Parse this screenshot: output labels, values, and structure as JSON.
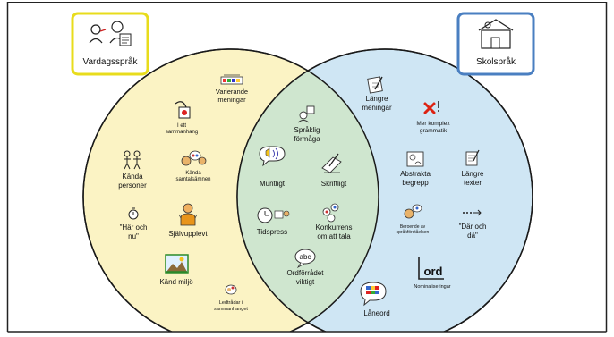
{
  "colors": {
    "left_circle": "#fbf3c4",
    "right_circle": "#cfe6f4",
    "overlap": "#cfe6cf",
    "left_box_border": "#e8dc1c",
    "right_box_border": "#4a7fc1"
  },
  "left_box": {
    "label": "Vardagsspråk",
    "icon": "people-talking-icon"
  },
  "right_box": {
    "label": "Skolspråk",
    "icon": "school-building-icon"
  },
  "left_items": {
    "varierande": {
      "lines": [
        "Varierande",
        "meningar"
      ],
      "icon": "sentence-blocks-icon"
    },
    "i_ett": {
      "lines": [
        "I ett",
        "sammanhang"
      ],
      "icon": "context-icon"
    },
    "kanda_personer": {
      "lines": [
        "Kända",
        "personer"
      ],
      "icon": "two-people-icon"
    },
    "kanda_samtal": {
      "lines": [
        "Kända",
        "samtalsämnen"
      ],
      "icon": "conversation-topics-icon"
    },
    "har_och_nu": {
      "lines": [
        "\"Här och",
        "nu\""
      ],
      "icon": "timer-icon"
    },
    "sjalvupplevt": {
      "lines": [
        "Självupplevt"
      ],
      "icon": "person-self-icon"
    },
    "kand_miljo": {
      "lines": [
        "Känd miljö"
      ],
      "icon": "landscape-icon"
    },
    "ledtradar": {
      "lines": [
        "Ledtrådar i",
        "sammanhanget"
      ],
      "icon": "clue-icon"
    }
  },
  "middle_items": {
    "spraklig": {
      "lines": [
        "Språklig",
        "förmåga"
      ],
      "icon": "language-ability-icon"
    },
    "muntligt": {
      "lines": [
        "Muntligt"
      ],
      "icon": "speech-bubble-icon"
    },
    "skriftligt": {
      "lines": [
        "Skriftligt"
      ],
      "icon": "writing-hand-icon"
    },
    "tidspress": {
      "lines": [
        "Tidspress"
      ],
      "icon": "clock-icon"
    },
    "konkurrens": {
      "lines": [
        "Konkurrens",
        "om att tala"
      ],
      "icon": "competing-talk-icon"
    },
    "ordforradet": {
      "lines": [
        "Ordförrådet",
        "viktigt"
      ],
      "icon": "abc-bubble-icon"
    }
  },
  "right_items": {
    "langre_meningar": {
      "lines": [
        "Längre",
        "meningar"
      ],
      "icon": "pencil-paper-icon"
    },
    "mer_komplex": {
      "lines": [
        "Mer komplex",
        "grammatik"
      ],
      "icon": "cross-exclamation-icon"
    },
    "abstrakta": {
      "lines": [
        "Abstrakta",
        "begrepp"
      ],
      "icon": "abstract-concept-icon"
    },
    "langre_texter": {
      "lines": [
        "Längre",
        "texter"
      ],
      "icon": "document-icon"
    },
    "beroende": {
      "lines": [
        "Beroende av",
        "språkförståelsen"
      ],
      "icon": "understanding-icon"
    },
    "dar_och_da": {
      "lines": [
        "\"Där och",
        "då\""
      ],
      "icon": "arrow-dots-icon"
    },
    "nominal": {
      "lines": [
        "Nominaliseringar"
      ],
      "icon": "ord-word-icon"
    },
    "laneord": {
      "lines": [
        "Låneord"
      ],
      "icon": "flags-bubble-icon"
    }
  },
  "ord_text": "ord",
  "abc_text": "abc"
}
